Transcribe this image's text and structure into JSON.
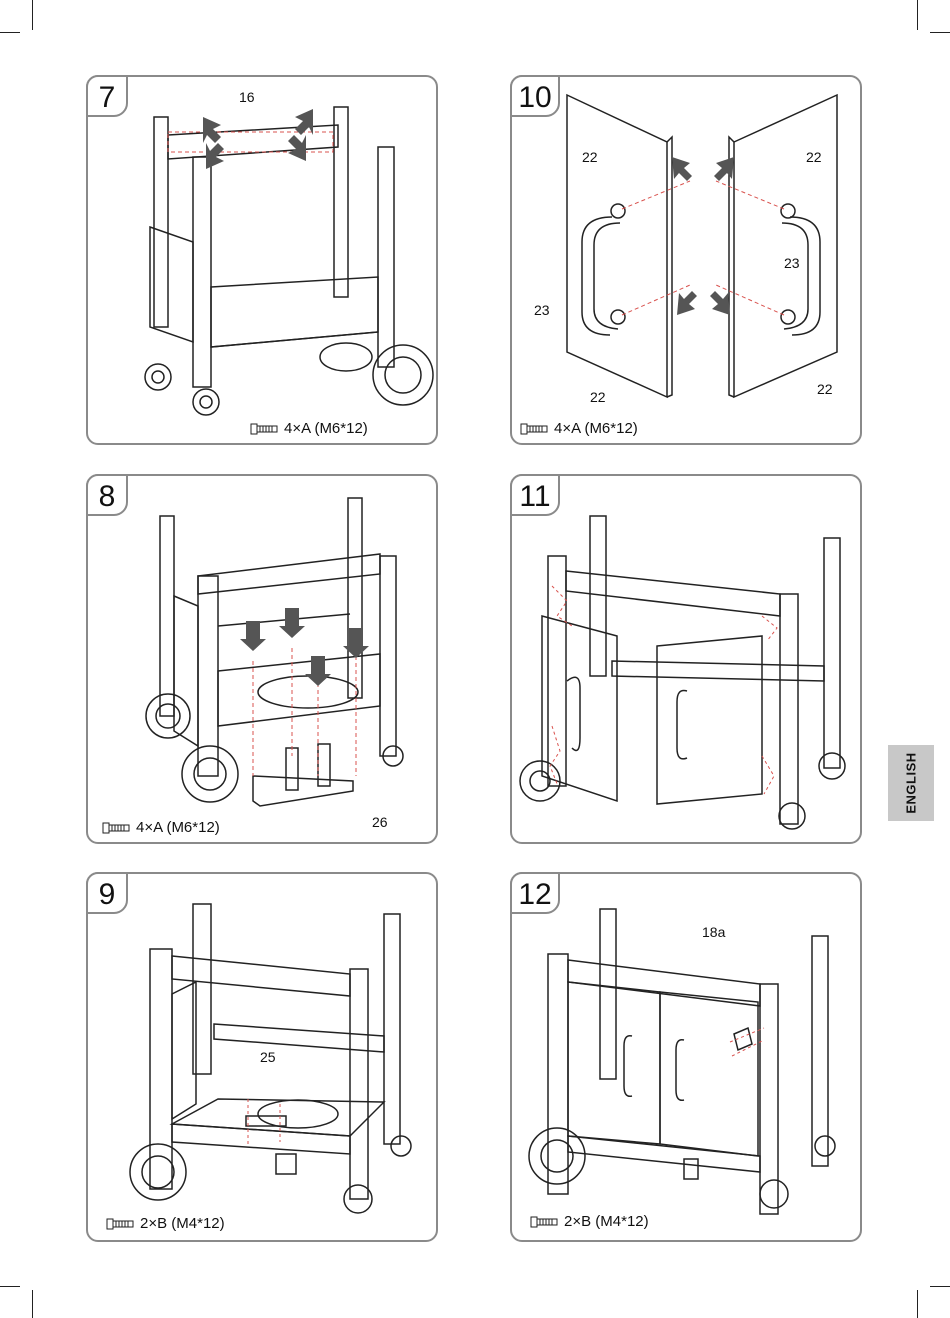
{
  "side_tab": "ENGLISH",
  "steps": [
    {
      "number": "7",
      "callouts": [
        "16"
      ],
      "hardware": "4×A (M6*12)"
    },
    {
      "number": "10",
      "callouts": [
        "22",
        "22",
        "23",
        "23",
        "22",
        "22"
      ],
      "hardware": "4×A (M6*12)"
    },
    {
      "number": "8",
      "callouts": [
        "26"
      ],
      "hardware": "4×A (M6*12)"
    },
    {
      "number": "11",
      "callouts": [],
      "hardware": ""
    },
    {
      "number": "9",
      "callouts": [
        "25"
      ],
      "hardware": "2×B (M4*12)"
    },
    {
      "number": "12",
      "callouts": [
        "18a"
      ],
      "hardware": "2×B (M4*12)"
    }
  ],
  "colors": {
    "panel_border": "#8a8a8a",
    "tab_bg": "#c8c8c8",
    "line": "#222222",
    "arrow": "#555555",
    "dashed": "#d9534f"
  }
}
